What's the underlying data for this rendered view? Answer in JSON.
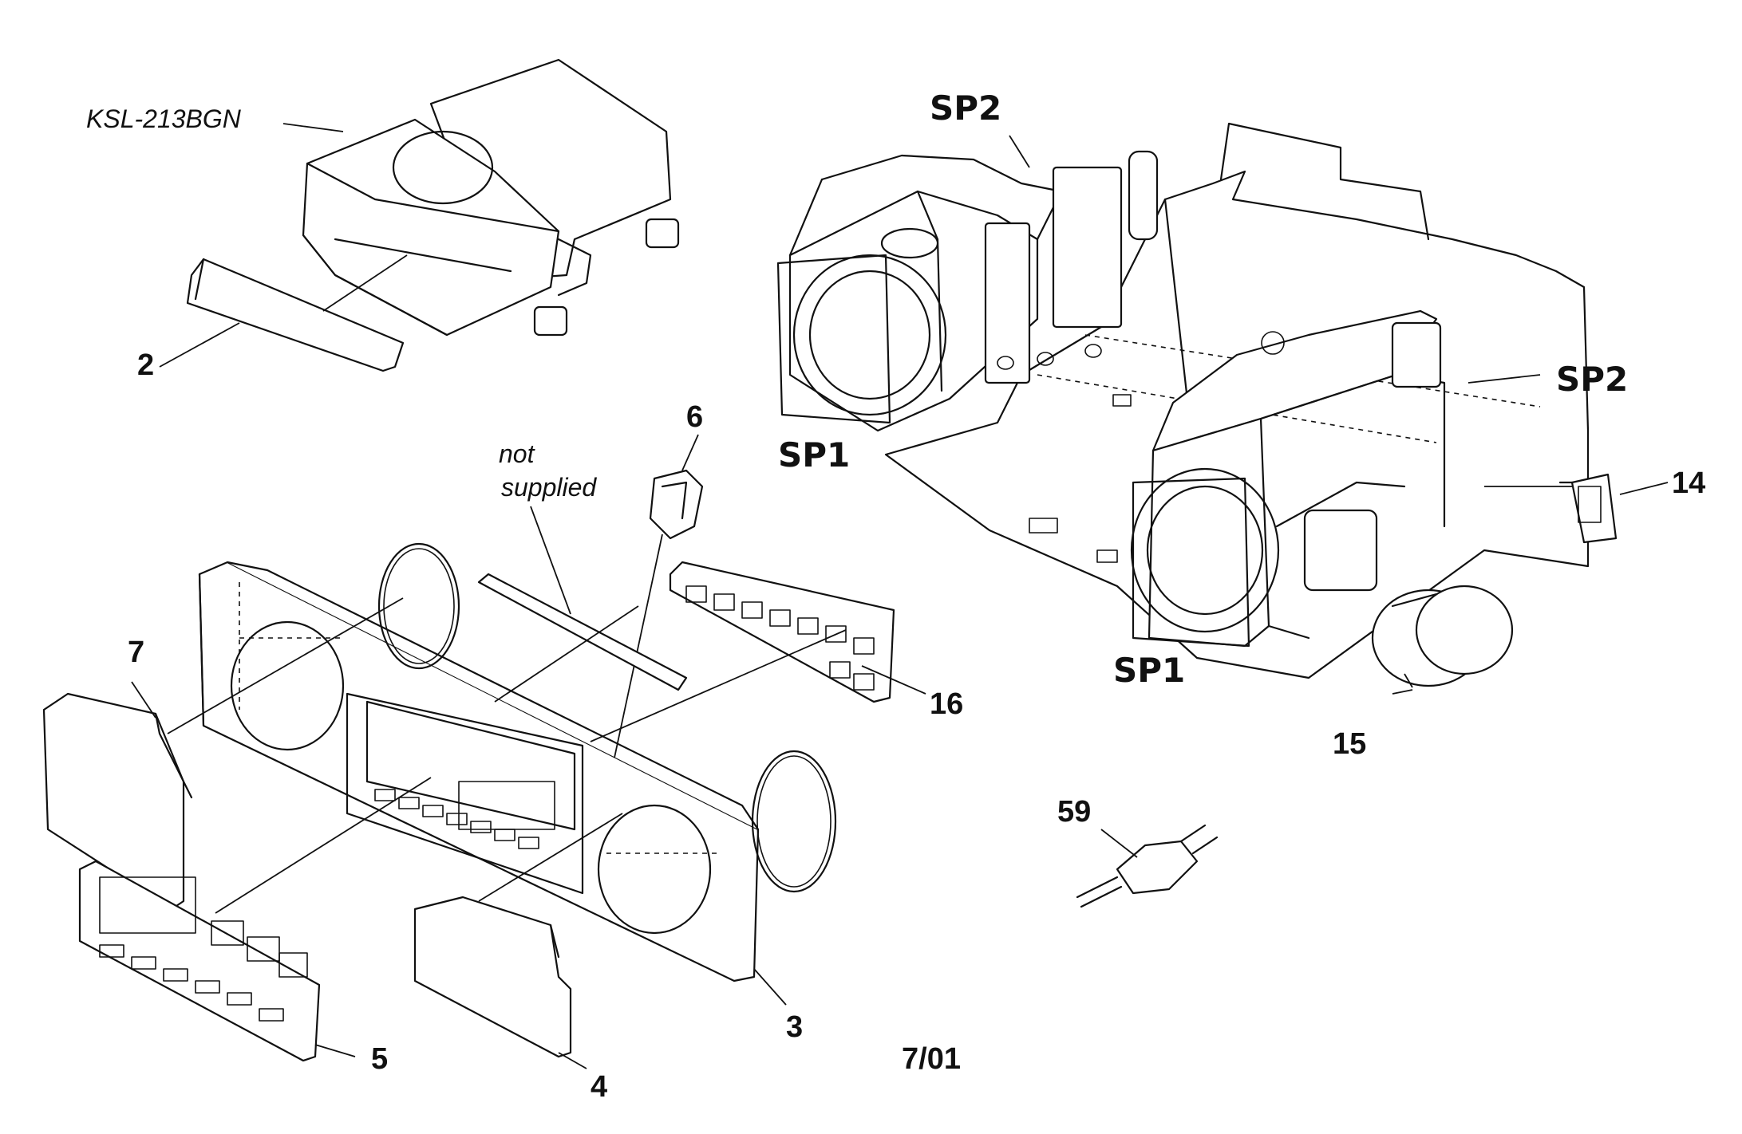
{
  "labels": {
    "model": "KSL-213BGN",
    "part_2": "2",
    "part_3": "3",
    "part_4": "4",
    "part_5": "5",
    "part_6": "6",
    "part_7": "7",
    "part_14": "14",
    "part_15": "15",
    "part_16": "16",
    "part_59": "59",
    "not": "not",
    "supplied": "supplied",
    "sp1_left": "SP1",
    "sp1_right": "SP1",
    "sp2_top": "SP2",
    "sp2_right": "SP2",
    "date": "7/01"
  }
}
